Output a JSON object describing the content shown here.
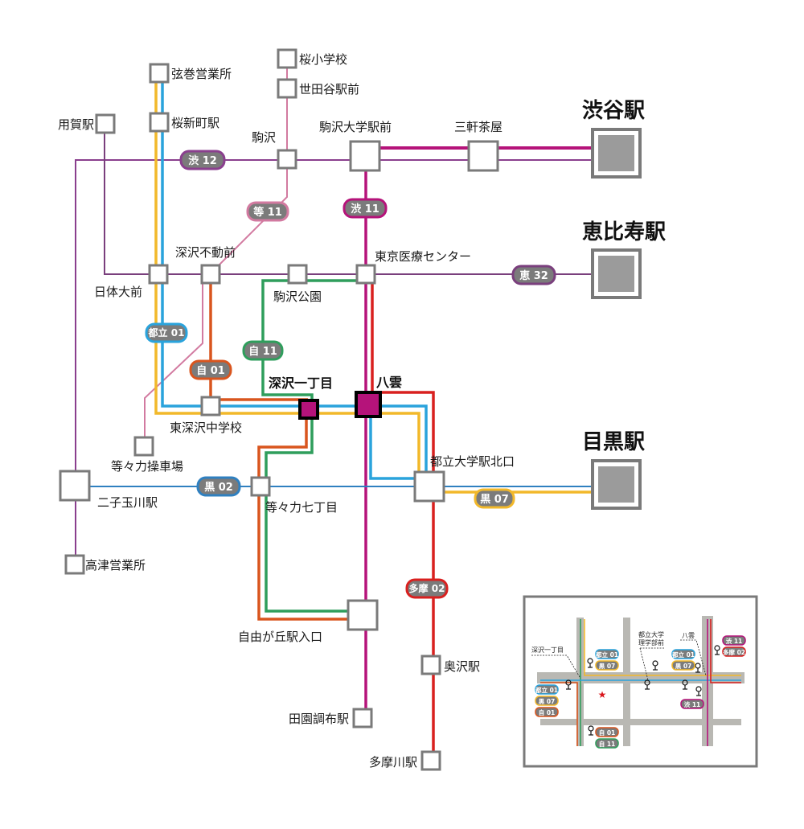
{
  "map": {
    "title": "バス路線図",
    "colors": {
      "station_border": "#7a7a7a",
      "terminal_fill": "#9b9b9b",
      "hub_fill": "#b5137a",
      "badge_fill": "#7b7b7b",
      "road": "#b9b8b3",
      "star": "#d9151b"
    },
    "routes": [
      {
        "id": "shibu12",
        "label": "渋 12",
        "color": "#8a3f8e"
      },
      {
        "id": "shibu11",
        "label": "渋 11",
        "color": "#b5137a"
      },
      {
        "id": "ebi32",
        "label": "恵 32",
        "color": "#7a3f7d"
      },
      {
        "id": "to11",
        "label": "等 11",
        "color": "#d27aa0"
      },
      {
        "id": "toritsu01",
        "label": "都立 01",
        "color": "#2aa3dc"
      },
      {
        "id": "ji01",
        "label": "自 01",
        "color": "#d9551e"
      },
      {
        "id": "ji11",
        "label": "自 11",
        "color": "#2f9e5c"
      },
      {
        "id": "kuro02",
        "label": "黒 02",
        "color": "#2f80c0"
      },
      {
        "id": "kuro07",
        "label": "黒 07",
        "color": "#f2b82a"
      },
      {
        "id": "tama02",
        "label": "多摩 02",
        "color": "#d9201f"
      }
    ],
    "stations": {
      "tsurumaki": "弦巻営業所",
      "sakurashinmachi": "桜新町駅",
      "youga": "用賀駅",
      "sakura_shogakko": "桜小学校",
      "setagaya_ekimae": "世田谷駅前",
      "komazawa": "駒沢",
      "komadai": "駒沢大学駅前",
      "sangenjaya": "三軒茶屋",
      "shibuya": "渋谷駅",
      "ebisu": "恵比寿駅",
      "meguro": "目黒駅",
      "nittai": "日体大前",
      "fukasawa_fudo": "深沢不動前",
      "komazawa_koen": "駒沢公園",
      "iryo_center": "東京医療センター",
      "fukasawa_1": "深沢一丁目",
      "yakumo": "八雲",
      "higashi_fukasawa": "東深沢中学校",
      "todoroki_sosha": "等々力操車場",
      "futako": "二子玉川駅",
      "todoroki_7": "等々力七丁目",
      "toritsudai_kita": "都立大学駅北口",
      "takatsu": "高津営業所",
      "jiyugaoka": "自由が丘駅入口",
      "okusawa": "奥沢駅",
      "denenchofu": "田園調布駅",
      "tamagawa": "多摩川駅"
    },
    "inset": {
      "labels": {
        "fukasawa_1": "深沢一丁目",
        "toritsudai_rigaku_1": "都立大学",
        "toritsudai_rigaku_2": "理学部前",
        "yakumo": "八雲"
      },
      "badges": {
        "a_toritsu01": "都立 01",
        "a_kuro07": "黒 07",
        "b_toritsu01": "都立 01",
        "b_kuro07": "黒 07",
        "b_ji01": "自 01",
        "c_toritsu01": "都立 01",
        "c_kuro07": "黒 07",
        "d_shibu11": "渋 11",
        "d_tama02": "多摩 02",
        "e_shibu11": "渋 11",
        "f_ji01": "自 01",
        "f_ji11": "自 11"
      }
    }
  }
}
